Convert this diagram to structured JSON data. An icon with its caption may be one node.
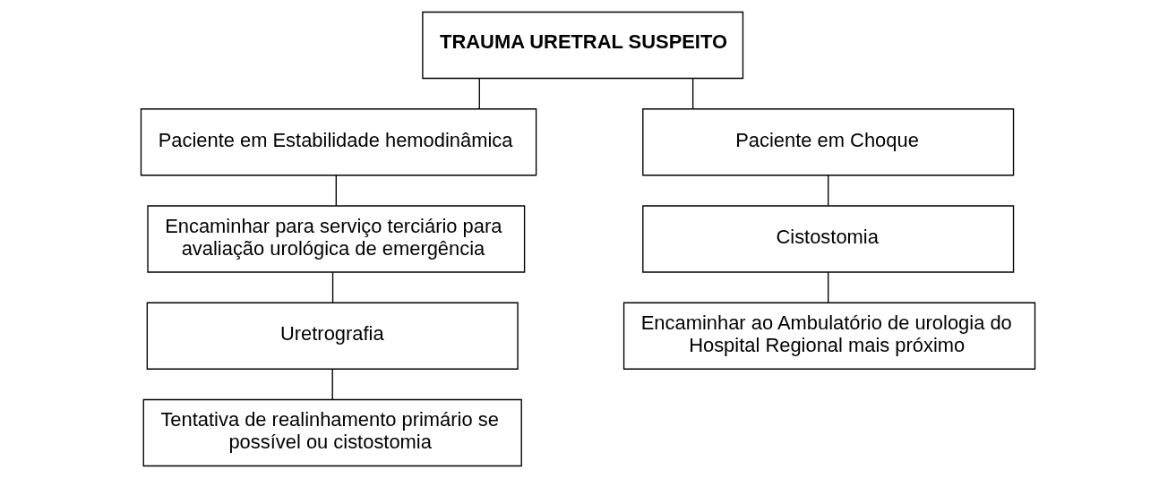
{
  "diagram": {
    "nodes": [
      {
        "text": [
          "TRAUMA URETRAL SUSPEITO"
        ]
      },
      {
        "text": [
          "Paciente em Estabilidade hemodinâmica"
        ]
      },
      {
        "text": [
          "Encaminhar para serviço terciário para avaliação urológica de emergência"
        ]
      },
      {
        "text": [
          "Uretrografia"
        ]
      },
      {
        "text": [
          "Tentativa de realinhamento primário se possível ou cistostomia"
        ]
      },
      {
        "text": [
          "Paciente em Choque"
        ]
      },
      {
        "text": [
          "Cistostomia"
        ]
      },
      {
        "text": [
          "Encaminhar ao Ambulatório de urologia do Hospital Regional mais próximo"
        ]
      }
    ],
    "edges": [
      {
        "from": 0,
        "to": 1,
        "arrow": "none"
      },
      {
        "from": 0,
        "to": 5,
        "arrow": "none"
      },
      {
        "from": 1,
        "to": 2,
        "arrow": "none"
      },
      {
        "from": 2,
        "to": 3,
        "arrow": "none"
      },
      {
        "from": 3,
        "to": 4,
        "arrow": "none"
      },
      {
        "from": 5,
        "to": 6,
        "arrow": "none"
      },
      {
        "from": 6,
        "to": 7,
        "arrow": "none"
      }
    ]
  }
}
